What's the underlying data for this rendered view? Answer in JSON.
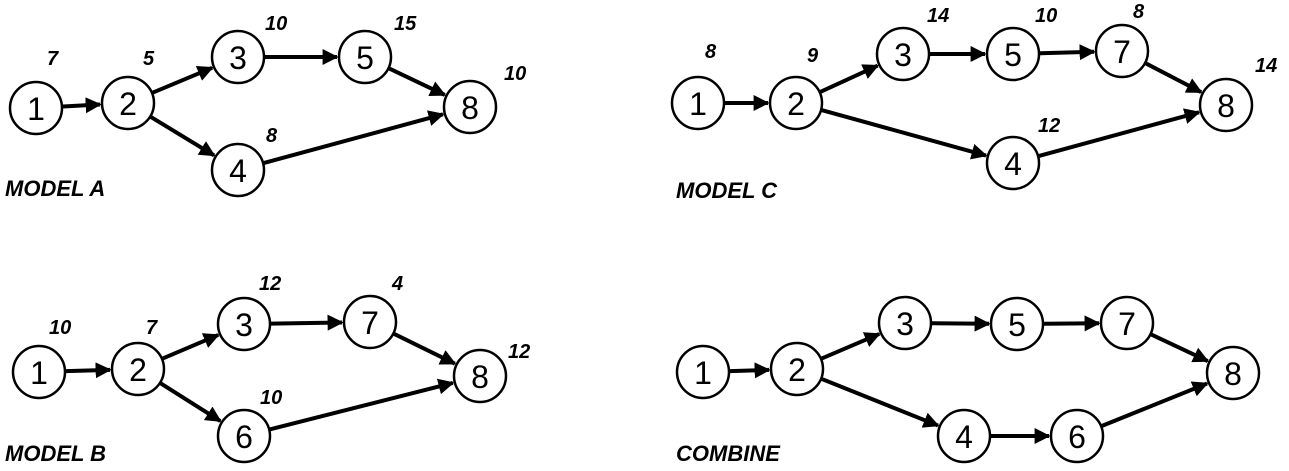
{
  "colors": {
    "stroke": "#000000",
    "background": "#ffffff"
  },
  "models": [
    {
      "id": "model-a",
      "title": "MODEL A",
      "nodes": [
        {
          "id": "1",
          "label": "1",
          "weight": "7"
        },
        {
          "id": "2",
          "label": "2",
          "weight": "5"
        },
        {
          "id": "3",
          "label": "3",
          "weight": "10"
        },
        {
          "id": "5",
          "label": "5",
          "weight": "15"
        },
        {
          "id": "8",
          "label": "8",
          "weight": "10"
        },
        {
          "id": "4",
          "label": "4",
          "weight": "8"
        }
      ],
      "edges": [
        [
          "1",
          "2"
        ],
        [
          "2",
          "3"
        ],
        [
          "3",
          "5"
        ],
        [
          "5",
          "8"
        ],
        [
          "2",
          "4"
        ],
        [
          "4",
          "8"
        ]
      ]
    },
    {
      "id": "model-c",
      "title": "MODEL C",
      "nodes": [
        {
          "id": "1",
          "label": "1",
          "weight": "8"
        },
        {
          "id": "2",
          "label": "2",
          "weight": "9"
        },
        {
          "id": "3",
          "label": "3",
          "weight": "14"
        },
        {
          "id": "5",
          "label": "5",
          "weight": "10"
        },
        {
          "id": "7",
          "label": "7",
          "weight": "8"
        },
        {
          "id": "8",
          "label": "8",
          "weight": "14"
        },
        {
          "id": "4",
          "label": "4",
          "weight": "12"
        }
      ],
      "edges": [
        [
          "1",
          "2"
        ],
        [
          "2",
          "3"
        ],
        [
          "3",
          "5"
        ],
        [
          "5",
          "7"
        ],
        [
          "7",
          "8"
        ],
        [
          "2",
          "4"
        ],
        [
          "4",
          "8"
        ]
      ]
    },
    {
      "id": "model-b",
      "title": "MODEL B",
      "nodes": [
        {
          "id": "1",
          "label": "1",
          "weight": "10"
        },
        {
          "id": "2",
          "label": "2",
          "weight": "7"
        },
        {
          "id": "3",
          "label": "3",
          "weight": "12"
        },
        {
          "id": "7",
          "label": "7",
          "weight": "4"
        },
        {
          "id": "8",
          "label": "8",
          "weight": "12"
        },
        {
          "id": "6",
          "label": "6",
          "weight": "10"
        }
      ],
      "edges": [
        [
          "1",
          "2"
        ],
        [
          "2",
          "3"
        ],
        [
          "3",
          "7"
        ],
        [
          "7",
          "8"
        ],
        [
          "2",
          "6"
        ],
        [
          "6",
          "8"
        ]
      ]
    },
    {
      "id": "combine",
      "title": "COMBINE",
      "nodes": [
        {
          "id": "1",
          "label": "1",
          "weight": ""
        },
        {
          "id": "2",
          "label": "2",
          "weight": ""
        },
        {
          "id": "3",
          "label": "3",
          "weight": ""
        },
        {
          "id": "5",
          "label": "5",
          "weight": ""
        },
        {
          "id": "7",
          "label": "7",
          "weight": ""
        },
        {
          "id": "8",
          "label": "8",
          "weight": ""
        },
        {
          "id": "4",
          "label": "4",
          "weight": ""
        },
        {
          "id": "6",
          "label": "6",
          "weight": ""
        }
      ],
      "edges": [
        [
          "1",
          "2"
        ],
        [
          "2",
          "3"
        ],
        [
          "3",
          "5"
        ],
        [
          "5",
          "7"
        ],
        [
          "7",
          "8"
        ],
        [
          "2",
          "4"
        ],
        [
          "4",
          "6"
        ],
        [
          "6",
          "8"
        ]
      ]
    }
  ]
}
